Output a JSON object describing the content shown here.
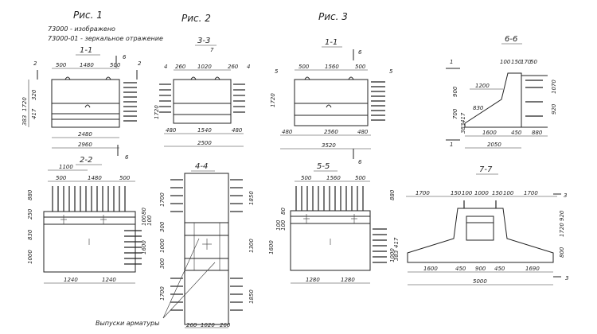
{
  "notes": {
    "line1": "73000 - изображено",
    "line2": "73000-01 - зеркальное отражение"
  },
  "figures": {
    "fig1": "Рис. 1",
    "fig2": "Рис. 2",
    "fig3": "Рис. 3"
  },
  "sections": {
    "s11a": "1-1",
    "s33": "3-3",
    "s11b": "1-1",
    "s66": "6-6",
    "s22": "2-2",
    "s44": "4-4",
    "s55": "5-5",
    "s77": "7-7"
  },
  "markers": {
    "m2l": "2",
    "m2r": "2",
    "m6a": "6",
    "m6b": "6",
    "m4l": "4",
    "m4r": "4",
    "m7": "7",
    "m5l": "5",
    "m5r": "5",
    "m6c": "6",
    "m6d": "6",
    "m1a": "1",
    "m1b": "1",
    "m3a": "3",
    "m3b": "3"
  },
  "dims": {
    "f1": {
      "top_a": "500",
      "top_b": "1480",
      "top_c": "500",
      "v1": "320",
      "v2": "1720",
      "v3": "417",
      "v4": "383",
      "bot1": "2480",
      "bot2": "2960"
    },
    "f2": {
      "top_a": "260",
      "top_b": "1020",
      "top_c": "260",
      "v1": "1720",
      "bot_a": "480",
      "bot_b": "1540",
      "bot_c": "480",
      "bot2": "2500"
    },
    "f3": {
      "top_a": "500",
      "top_b": "1560",
      "top_c": "500",
      "v1": "1720",
      "bot_a": "480",
      "bot_b": "2560",
      "bot_c": "480",
      "bot2": "3520"
    },
    "s6": {
      "t1": "100",
      "t2": "150",
      "t3": "170",
      "t4": "50",
      "w1": "1200",
      "v1": "900",
      "v2": "1070",
      "v3": "700",
      "v4": "417",
      "v5": "383",
      "v6": "920",
      "c1": "830",
      "b1": "1600",
      "b2": "450",
      "b3": "880",
      "b4": "2050"
    },
    "s22": {
      "t0": "1100",
      "t1": "500",
      "t2": "1480",
      "t3": "500",
      "v1": "880",
      "v2": "250",
      "v3": "830",
      "v4": "1000",
      "r1": "80",
      "r2": "100",
      "r3": "100",
      "r4": "1600",
      "b1": "1240",
      "b2": "1240"
    },
    "s44": {
      "l1": "1700",
      "l2": "300",
      "l3": "1000",
      "l4": "300",
      "l5": "1700",
      "r1": "1850",
      "r2": "1300",
      "r3": "1850",
      "b1": "260",
      "b2": "1020",
      "b3": "260"
    },
    "s55": {
      "t1": "500",
      "t2": "1560",
      "t3": "500",
      "v1": "880",
      "v2": "1600",
      "v3": "1000",
      "r1": "80",
      "r2": "100",
      "r3": "100",
      "b1": "1280",
      "b2": "1280"
    },
    "s77": {
      "t1": "1700",
      "t2": "150",
      "t3": "100",
      "t4": "1000",
      "t5": "150",
      "t6": "100",
      "t7": "1700",
      "r1": "920",
      "r2": "1720",
      "r3": "800",
      "l1": "417",
      "l2": "383",
      "b1": "1600",
      "b2": "450",
      "b3": "900",
      "b4": "450",
      "b5": "1690",
      "b6": "5000"
    }
  },
  "callout": {
    "rebar": "Выпуски арматуры"
  }
}
